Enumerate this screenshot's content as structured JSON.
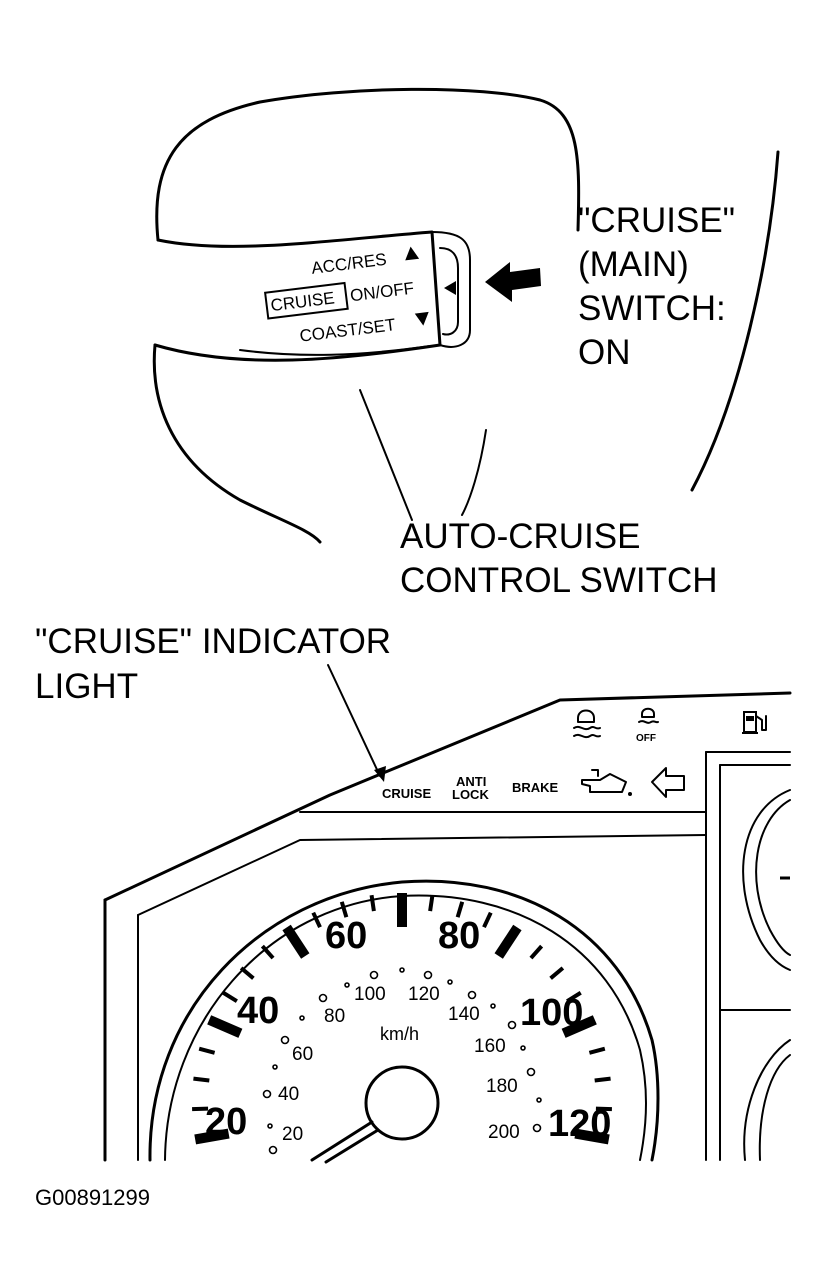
{
  "figure_id": "G00891299",
  "lever": {
    "acc_res": "ACC/RES",
    "cruise": "CRUISE",
    "on_off": "ON/OFF",
    "coast_set": "COAST/SET"
  },
  "callouts": {
    "main_switch": [
      "\"CRUISE\"",
      "(MAIN)",
      "SWITCH:",
      "ON"
    ],
    "auto_cruise": [
      "AUTO-CRUISE",
      "CONTROL SWITCH"
    ],
    "indicator": [
      "\"CRUISE\" INDICATOR",
      "LIGHT"
    ]
  },
  "cluster": {
    "lamps": {
      "cruise": "CRUISE",
      "anti_lock_1": "ANTI",
      "anti_lock_2": "LOCK",
      "brake": "BRAKE",
      "off": "OFF"
    },
    "mph_labels": [
      "20",
      "40",
      "60",
      "80",
      "100",
      "120"
    ],
    "kmh_labels": [
      "20",
      "40",
      "60",
      "80",
      "100",
      "120",
      "140",
      "160",
      "180",
      "200"
    ],
    "unit": "km/h"
  },
  "icons": [
    "traction-control-icon",
    "traction-control-off-icon",
    "fuel-pump-icon",
    "oil-can-icon",
    "turn-signal-left-icon",
    "arrow-left-icon"
  ]
}
